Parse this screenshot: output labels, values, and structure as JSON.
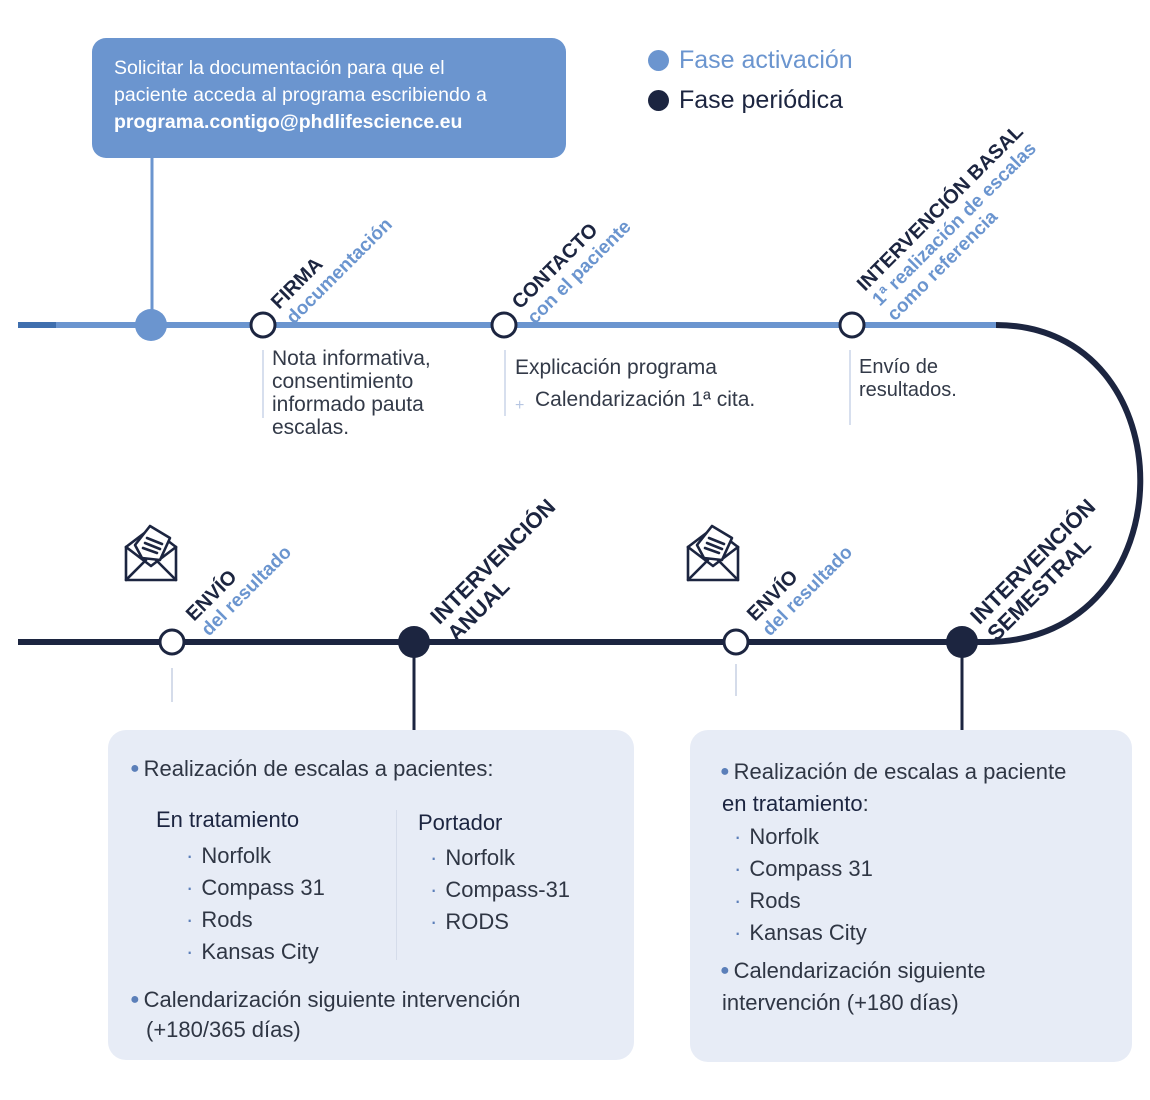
{
  "info_box": {
    "line1": "Solicitar la documentación para que el",
    "line2": "paciente acceda al programa escribiendo a",
    "email": "programa.contigo@phdlifescience.eu"
  },
  "legend": {
    "activation": {
      "label": "Fase activación",
      "color": "#6b95cf"
    },
    "periodic": {
      "label": "Fase periódica",
      "color": "#1c2540"
    }
  },
  "stages": {
    "firma": {
      "title": "FIRMA",
      "subtitle": "documentación"
    },
    "contacto": {
      "title": "CONTACTO",
      "subtitle": "con el paciente"
    },
    "basal": {
      "title": "INTERVENCIÓN BASAL",
      "subtitle1": "1ª realización de escalas",
      "subtitle2": "como referencia"
    },
    "envio1": {
      "title": "ENVÍO",
      "subtitle": "del resultado"
    },
    "anual": {
      "title1": "INTERVENCIÓN",
      "title2": "ANUAL"
    },
    "envio2": {
      "title": "ENVÍO",
      "subtitle": "del resultado"
    },
    "semestral": {
      "title1": "INTERVENCIÓN",
      "title2": "SEMESTRAL"
    }
  },
  "notes": {
    "firma": [
      "Nota informativa,",
      "consentimiento",
      "informado pauta",
      "escalas."
    ],
    "contacto": [
      "Explicación programa",
      "Calendarización 1ª cita."
    ],
    "contacto_plus": "+",
    "basal": [
      "Envío de",
      "resultados."
    ]
  },
  "card_anual": {
    "heading": "Realización de escalas a pacientes:",
    "col1_title": "En tratamiento",
    "col1_items": [
      "Norfolk",
      "Compass 31",
      "Rods",
      "Kansas City"
    ],
    "col2_title": "Portador",
    "col2_items": [
      "Norfolk",
      "Compass-31",
      "RODS"
    ],
    "footer1": "Calendarización siguiente intervención",
    "footer2": "(+180/365 días)"
  },
  "card_semestral": {
    "heading1": "Realización de escalas a paciente",
    "heading2_bold": "en tratamiento",
    "heading2_rest": ":",
    "items": [
      "Norfolk",
      "Compass 31",
      "Rods",
      "Kansas City"
    ],
    "footer1": "Calendarización siguiente",
    "footer2": "intervención (+180 días)"
  }
}
